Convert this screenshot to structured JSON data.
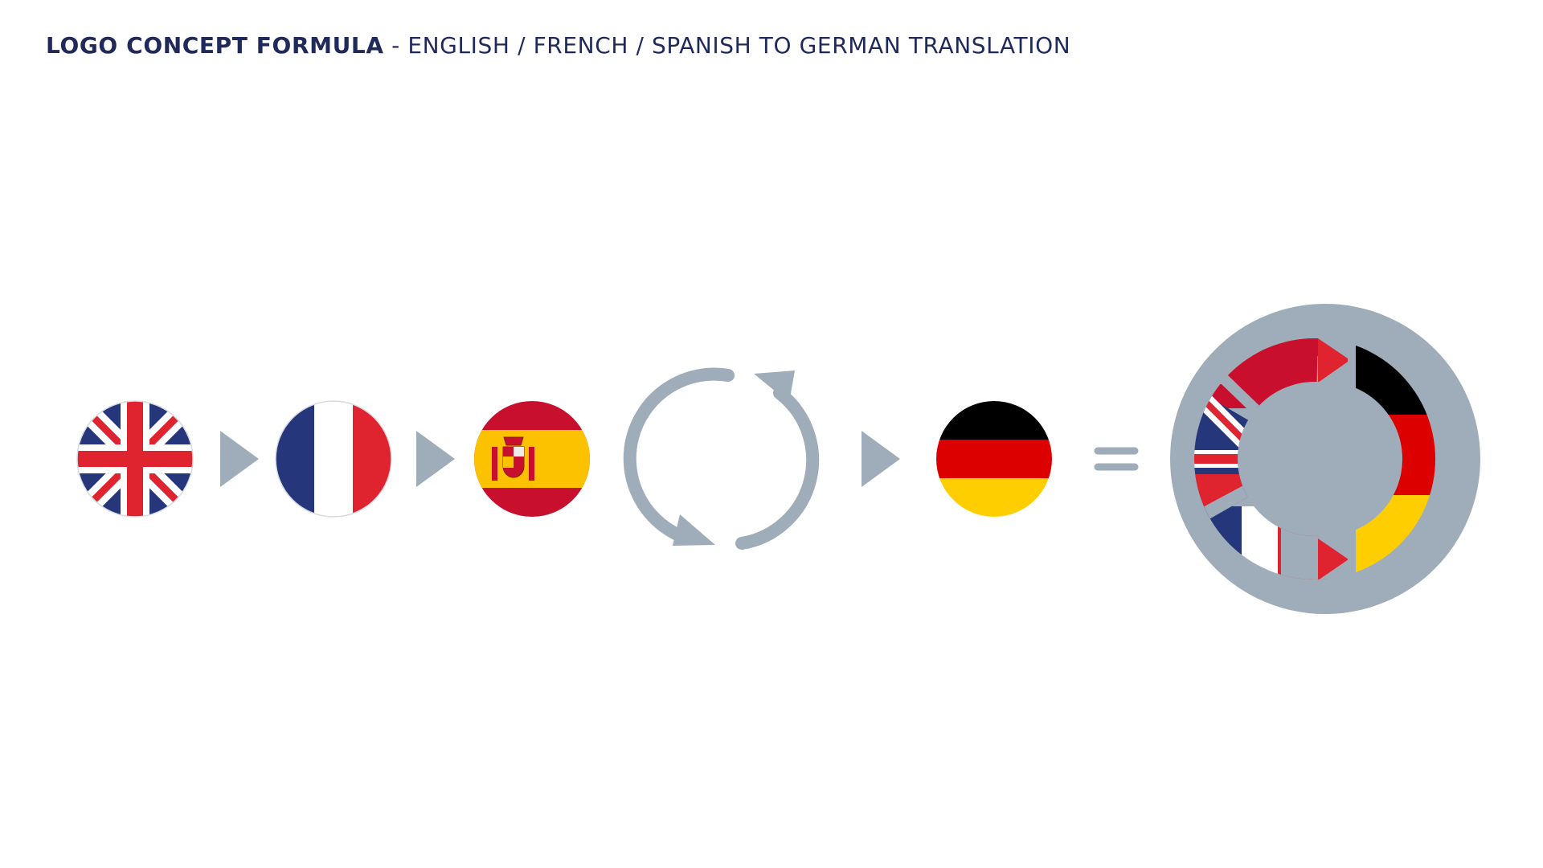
{
  "heading": {
    "bold": "LOGO CONCEPT FORMULA",
    "separator": " - ",
    "rest": "ENGLISH / FRENCH / SPANISH TO GERMAN TRANSLATION"
  },
  "flags": [
    {
      "language": "English",
      "icon": "uk-flag-icon"
    },
    {
      "language": "French",
      "icon": "france-flag-icon"
    },
    {
      "language": "Spanish",
      "icon": "spain-flag-icon"
    },
    {
      "language": "German",
      "icon": "germany-flag-icon"
    }
  ],
  "colors": {
    "heading": "#1f2a5a",
    "gray": "#9eadb9",
    "blue": "#26367a",
    "red": "#e0242f",
    "white": "#ffffff",
    "spain_red": "#c8102e",
    "spain_yellow": "#fcc200",
    "black": "#000000",
    "germany_red": "#dd0000",
    "germany_gold": "#ffce00"
  }
}
